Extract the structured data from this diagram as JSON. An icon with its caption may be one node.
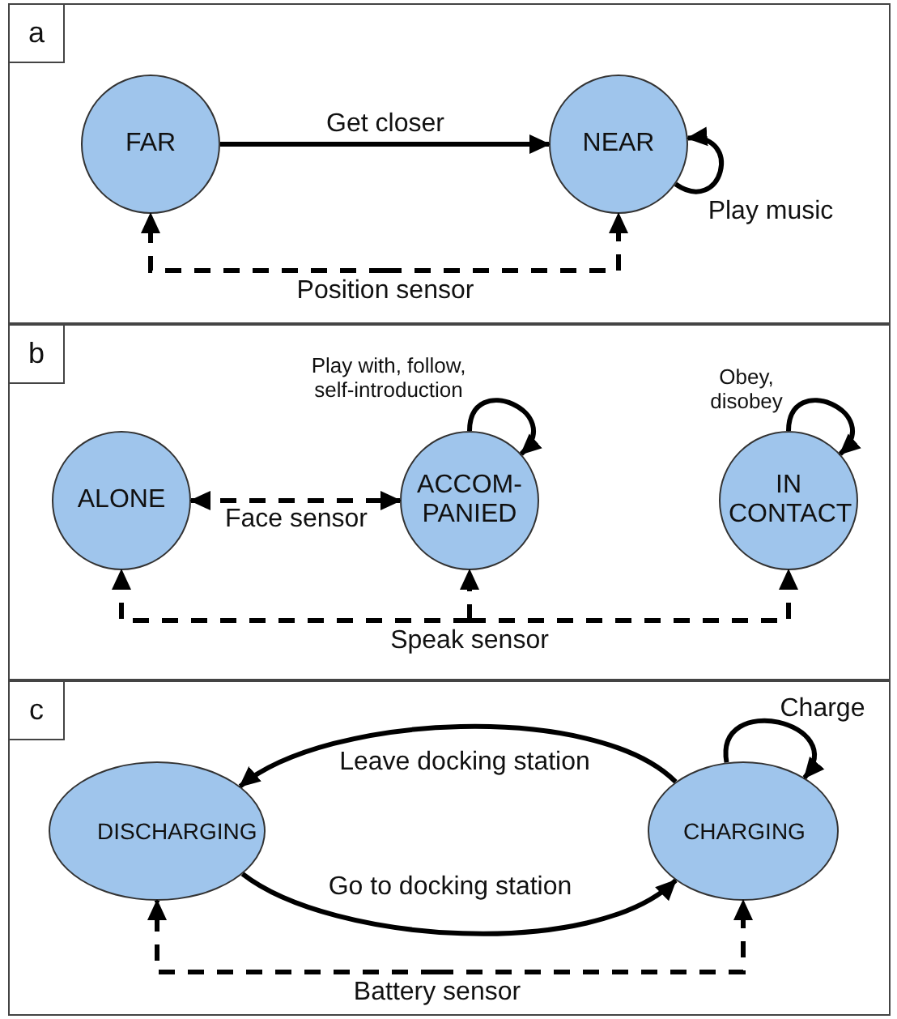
{
  "diagram": {
    "nodes": [
      {
        "text": [
          "a"
        ]
      },
      {
        "text": [
          "FAR"
        ],
        "in": 0
      },
      {
        "text": [
          "NEAR"
        ],
        "in": 0
      },
      {
        "text": [
          "Position sensor"
        ],
        "in": 0
      },
      {
        "text": [
          "b"
        ]
      },
      {
        "text": [
          "ALONE"
        ],
        "in": 4
      },
      {
        "text": [
          "ACCOM-PANIED"
        ],
        "in": 4
      },
      {
        "text": [
          "IN CONTACT"
        ],
        "in": 4
      },
      {
        "text": [
          "Speak sensor"
        ],
        "in": 4
      },
      {
        "text": [
          "c"
        ]
      },
      {
        "text": [
          "DISCHARGING"
        ],
        "in": 9
      },
      {
        "text": [
          "CHARGING"
        ],
        "in": 9
      },
      {
        "text": [
          "Battery sensor"
        ],
        "in": 9
      }
    ],
    "edges": [
      {
        "from": 1,
        "to": 2,
        "arrow": "to",
        "label": "Get closer"
      },
      {
        "from": 2,
        "to": 2,
        "arrow": "to",
        "label": "Play music"
      },
      {
        "from": 3,
        "to": 1,
        "arrow": "to",
        "style": "dashed"
      },
      {
        "from": 3,
        "to": 2,
        "arrow": "to",
        "style": "dashed"
      },
      {
        "from": 5,
        "to": 6,
        "arrow": "both",
        "style": "dashed",
        "label": "Face sensor"
      },
      {
        "from": 6,
        "to": 6,
        "arrow": "to",
        "label": "Play with, follow, self-introduction"
      },
      {
        "from": 7,
        "to": 7,
        "arrow": "to",
        "label": "Obey, disobey"
      },
      {
        "from": 8,
        "to": 5,
        "arrow": "to",
        "style": "dashed"
      },
      {
        "from": 8,
        "to": 6,
        "arrow": "to",
        "style": "dashed"
      },
      {
        "from": 8,
        "to": 7,
        "arrow": "to",
        "style": "dashed"
      },
      {
        "from": 11,
        "to": 10,
        "arrow": "to",
        "label": "Leave docking station"
      },
      {
        "from": 10,
        "to": 11,
        "arrow": "to",
        "label": "Go to docking station"
      },
      {
        "from": 11,
        "to": 11,
        "arrow": "to",
        "label": "Charge"
      },
      {
        "from": 12,
        "to": 10,
        "arrow": "to",
        "style": "dashed"
      },
      {
        "from": 12,
        "to": 11,
        "arrow": "to",
        "style": "dashed"
      }
    ]
  }
}
